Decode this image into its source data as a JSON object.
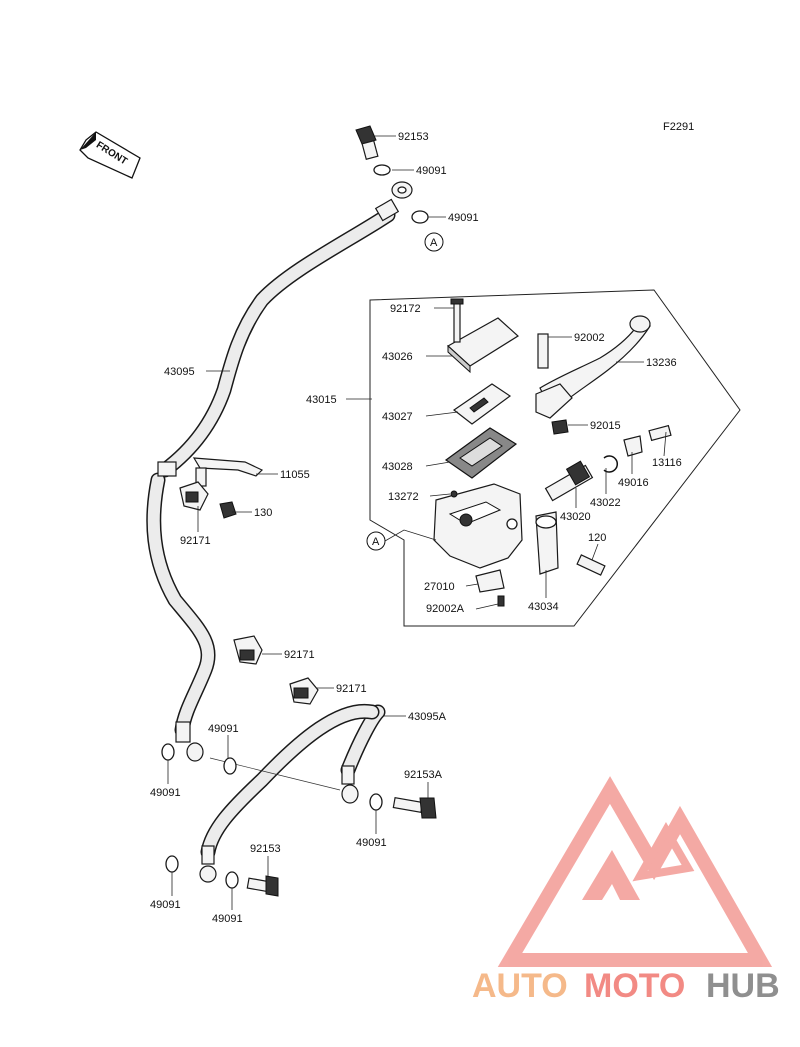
{
  "figure_code": "F2291",
  "front_arrow_text": "FRONT",
  "ref_marker": "A",
  "labels": [
    {
      "id": "92153-top",
      "text": "92153"
    },
    {
      "id": "49091-a",
      "text": "49091"
    },
    {
      "id": "49091-b",
      "text": "49091"
    },
    {
      "id": "43095",
      "text": "43095"
    },
    {
      "id": "43015",
      "text": "43015"
    },
    {
      "id": "92172",
      "text": "92172"
    },
    {
      "id": "43026",
      "text": "43026"
    },
    {
      "id": "43027",
      "text": "43027"
    },
    {
      "id": "43028",
      "text": "43028"
    },
    {
      "id": "13272",
      "text": "13272"
    },
    {
      "id": "92002",
      "text": "92002"
    },
    {
      "id": "13236",
      "text": "13236"
    },
    {
      "id": "92015",
      "text": "92015"
    },
    {
      "id": "13116",
      "text": "13116"
    },
    {
      "id": "49016",
      "text": "49016"
    },
    {
      "id": "43022",
      "text": "43022"
    },
    {
      "id": "43020",
      "text": "43020"
    },
    {
      "id": "120",
      "text": "120"
    },
    {
      "id": "27010",
      "text": "27010"
    },
    {
      "id": "92002A",
      "text": "92002A"
    },
    {
      "id": "43034",
      "text": "43034"
    },
    {
      "id": "11055",
      "text": "11055"
    },
    {
      "id": "130",
      "text": "130"
    },
    {
      "id": "92171-a",
      "text": "92171"
    },
    {
      "id": "92171-b",
      "text": "92171"
    },
    {
      "id": "92171-c",
      "text": "92171"
    },
    {
      "id": "43095A",
      "text": "43095A"
    },
    {
      "id": "49091-c",
      "text": "49091"
    },
    {
      "id": "49091-d",
      "text": "49091"
    },
    {
      "id": "92153A",
      "text": "92153A"
    },
    {
      "id": "49091-e",
      "text": "49091"
    },
    {
      "id": "92153-bottom",
      "text": "92153"
    },
    {
      "id": "49091-f",
      "text": "49091"
    },
    {
      "id": "49091-g",
      "text": "49091"
    }
  ],
  "watermark": {
    "part1": "AUTO",
    "part2": "MOTO",
    "part3": "HUB",
    "color_auto": "#f5b98a",
    "color_moto": "#f28a84",
    "color_hub": "#8f8f8f",
    "logo_color": "#f39b95"
  }
}
